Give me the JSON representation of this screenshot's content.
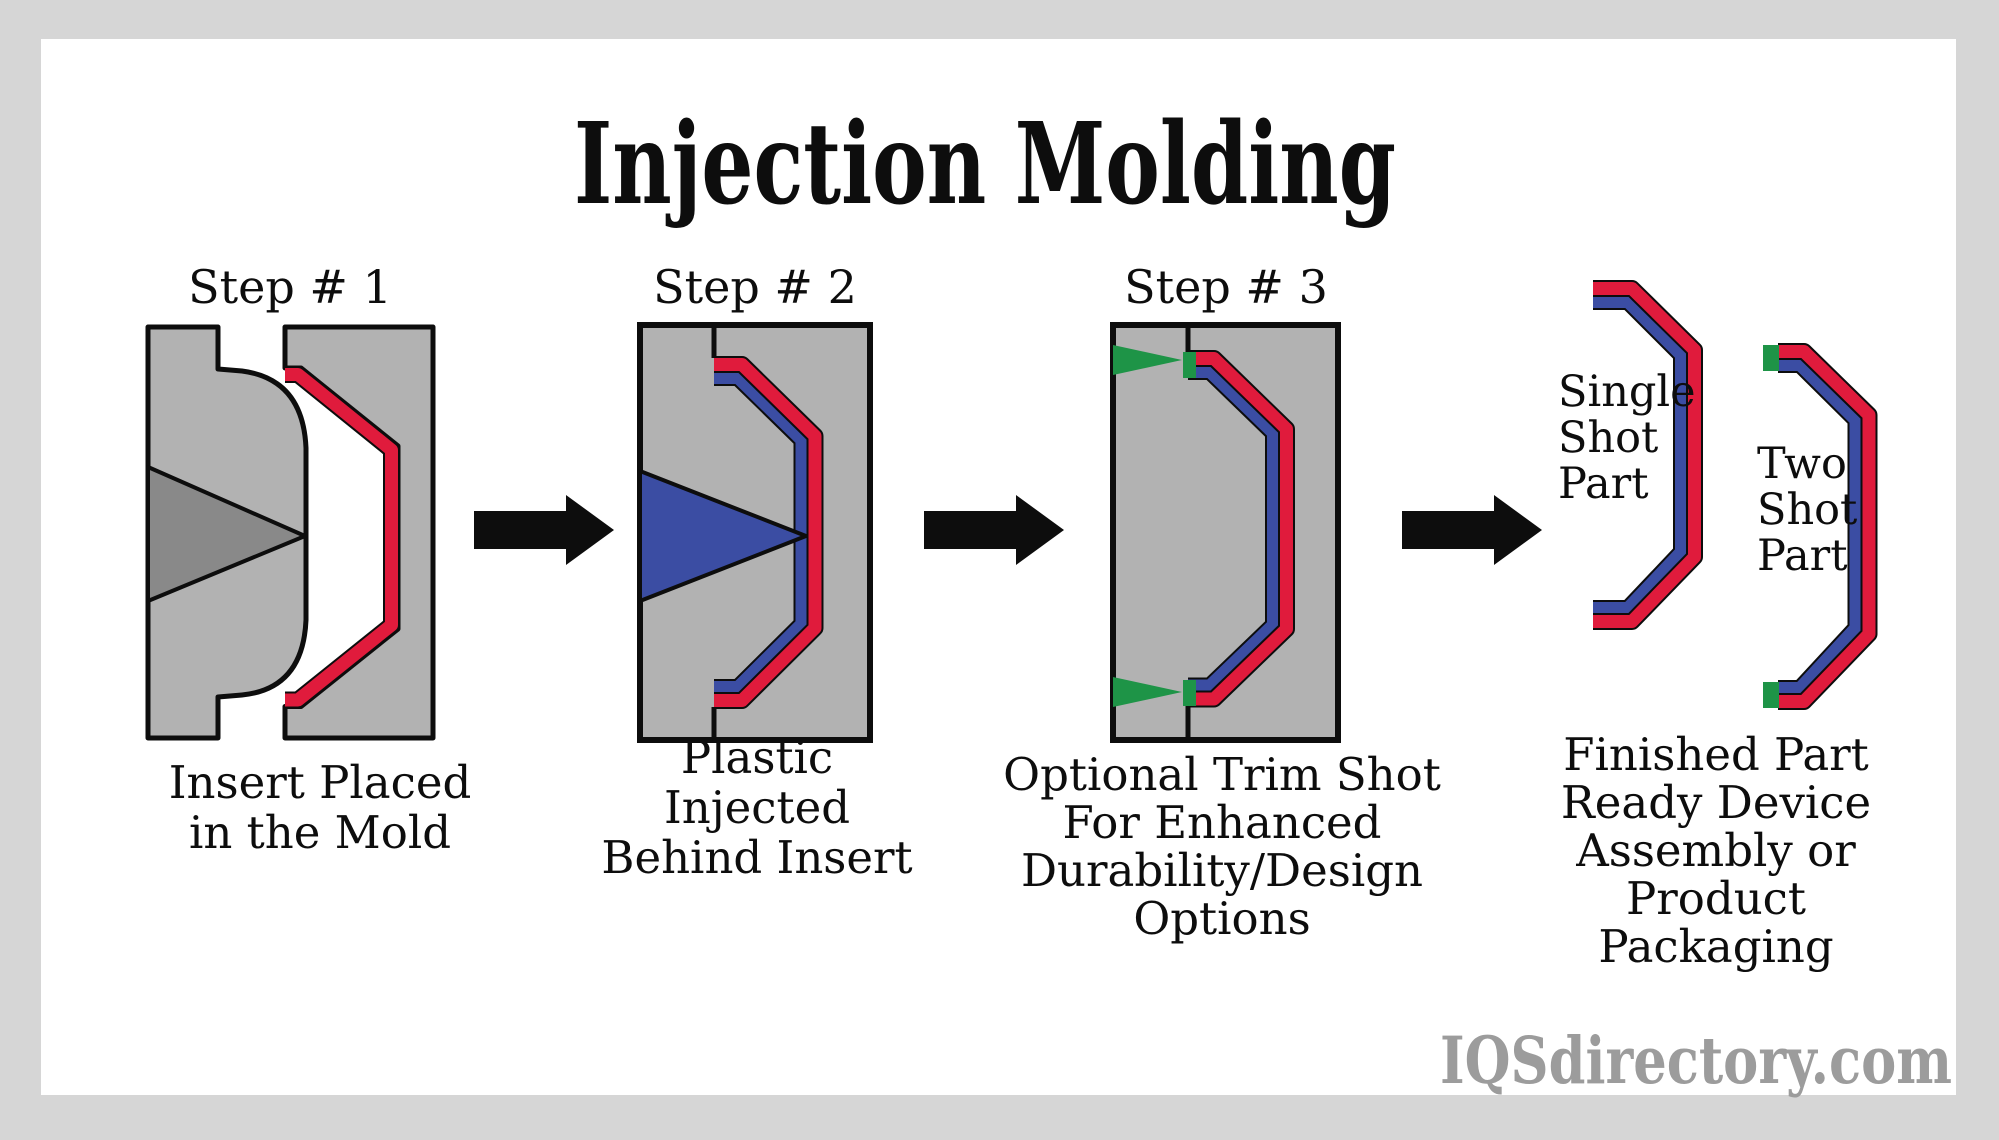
{
  "title": "Injection Molding",
  "watermark": "IQSdirectory.com",
  "steps": [
    {
      "label": "Step # 1",
      "caption_lines": [
        "Insert Placed",
        "in the Mold"
      ]
    },
    {
      "label": "Step # 2",
      "caption_lines": [
        "Plastic",
        "Injected",
        "Behind Insert"
      ]
    },
    {
      "label": "Step # 3",
      "caption_lines": [
        "Optional Trim Shot",
        "For Enhanced",
        "Durability/Design",
        "Options"
      ]
    }
  ],
  "final_stage": {
    "single_shot_label_lines": [
      "Single",
      "Shot",
      "Part"
    ],
    "two_shot_label_lines": [
      "Two",
      "Shot",
      "Part"
    ],
    "caption_lines": [
      "Finished Part",
      "Ready Device",
      "Assembly or",
      "Product",
      "Packaging"
    ]
  },
  "icons": {
    "flow_arrow": "right-arrow",
    "gate_triangle": "trim-gate-nozzle",
    "core_triangle": "mold-core-gate",
    "plastic_triangle": "plastic-injection-gate"
  },
  "colors": {
    "background": "#d6d6d6",
    "card": "#ffffff",
    "ink": "#0d0d0d",
    "mold_gray": "#b2b2b2",
    "core_dark_gray": "#898989",
    "insert_red": "#e01b3c",
    "plastic_blue": "#3b4da3",
    "trim_green": "#1e9447",
    "watermark_gray": "#9c9c9c"
  }
}
